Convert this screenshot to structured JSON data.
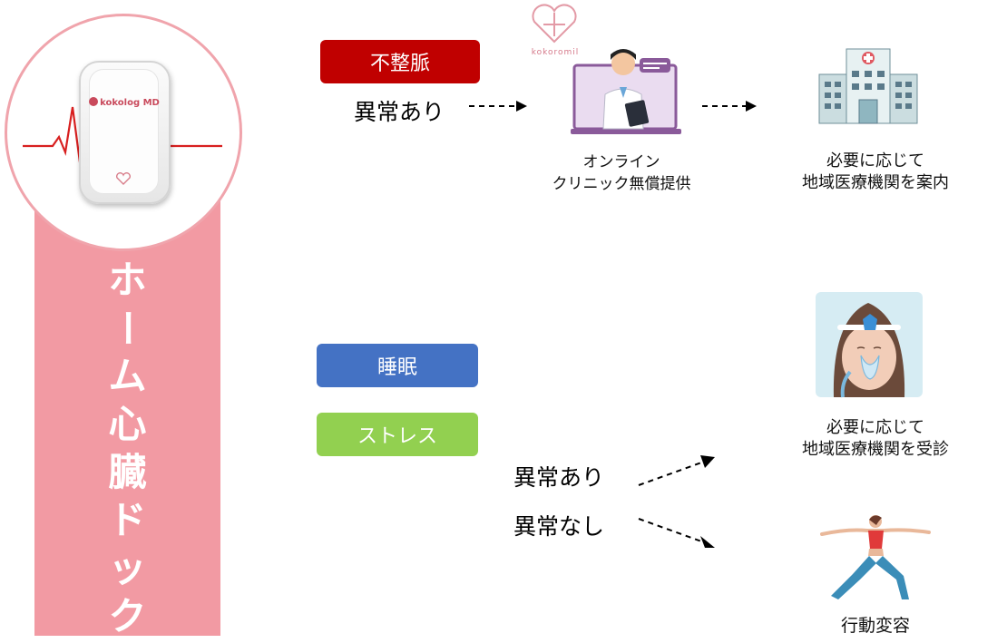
{
  "device": {
    "brand": "kokolog MD"
  },
  "left_title_chars": [
    "ホ",
    "ー",
    "ム",
    "心",
    "臓",
    "ド",
    "ッ",
    "ク"
  ],
  "tags": {
    "arrhythmia": "不整脈",
    "sleep": "睡眠",
    "stress": "ストレス"
  },
  "top_flow": {
    "status": "異常あり",
    "logo_text": "kokoromil",
    "online_line1": "オンライン",
    "online_line2": "クリニック無償提供",
    "hospital_line1": "必要に応じて",
    "hospital_line2": "地域医療機関を案内"
  },
  "bottom_flow": {
    "abnormal": "異常あり",
    "normal": "異常なし",
    "visit_line1": "必要に応じて",
    "visit_line2": "地域医療機関を受診",
    "behavior": "行動変容"
  },
  "colors": {
    "tag_red": "#c00000",
    "tag_blue": "#4472c4",
    "tag_green": "#92d050",
    "pink": "#f29aa3",
    "ecg": "#d82020"
  }
}
